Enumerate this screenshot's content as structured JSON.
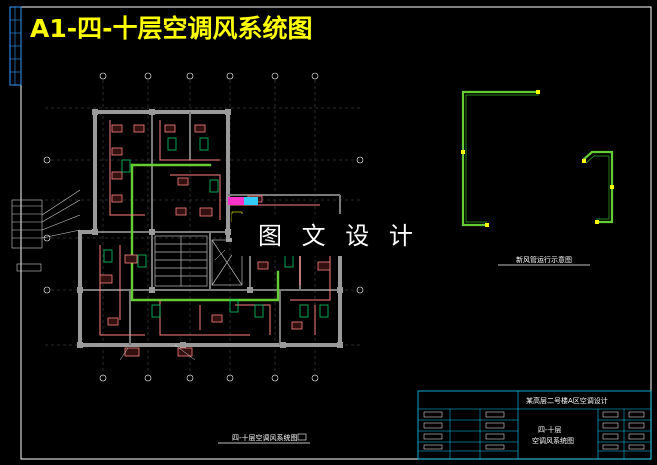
{
  "title": "A1-四-十层空调风系统图",
  "watermark": "图 文 设 计",
  "captions": {
    "plan": "四-十层空调风系统图",
    "riser": "新风管运行示意图"
  },
  "title_block": {
    "project": "某高层二号楼A区空调设计",
    "drawing": [
      "四-十层",
      "空调风系统图"
    ]
  },
  "colors": {
    "background": "#000000",
    "frame": "#ffffff",
    "title": "#ffff00",
    "wall": "#808080",
    "duct": "#ff8080",
    "fresh_air_duct": "#66cc33",
    "equipment": "#00cc66",
    "title_block_line": "#00ccff"
  }
}
